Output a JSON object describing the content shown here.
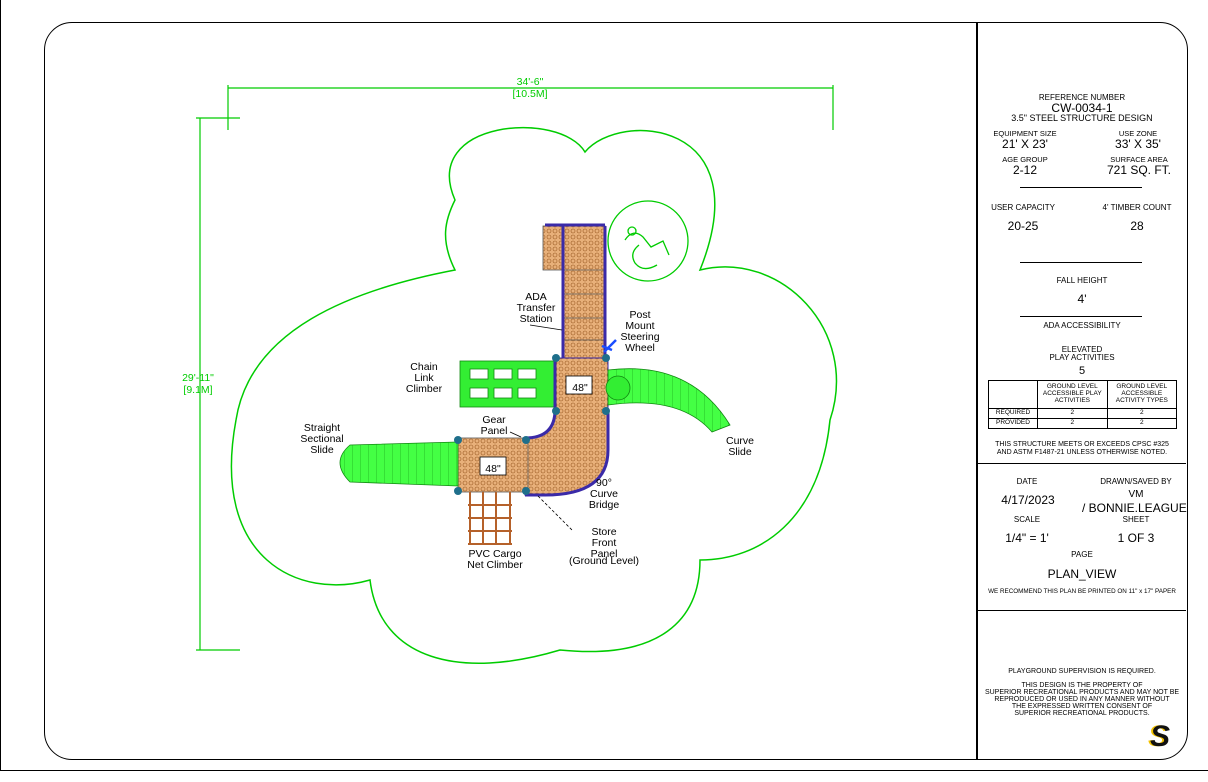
{
  "dimensions": {
    "width_imperial": "34'-6\"",
    "width_metric": "[10.5M]",
    "height_imperial": "29'-11\"",
    "height_metric": "[9.1M]"
  },
  "components": {
    "ada_transfer": [
      "ADA",
      "Transfer",
      "Station"
    ],
    "steering_wheel": [
      "Post",
      "Mount",
      "Steering",
      "Wheel"
    ],
    "chain_climber": [
      "Chain",
      "Link",
      "Climber"
    ],
    "gear_panel": [
      "Gear",
      "Panel"
    ],
    "straight_slide": [
      "Straight",
      "Sectional",
      "Slide"
    ],
    "curve_slide": [
      "Curve",
      "Slide"
    ],
    "curve_bridge": [
      "90°",
      "Curve",
      "Bridge"
    ],
    "store_front": [
      "Store",
      "Front",
      "Panel"
    ],
    "store_front_note": "(Ground Level)",
    "cargo_net": [
      "PVC Cargo",
      "Net Climber"
    ],
    "deck_height_upper": "48\"",
    "deck_height_lower": "48\""
  },
  "title_block": {
    "reference_label": "REFERENCE NUMBER",
    "reference_number": "CW-0034-1",
    "structure_design": "3.5\" STEEL STRUCTURE DESIGN",
    "equipment_size_label": "EQUIPMENT SIZE",
    "equipment_size": "21' X 23'",
    "use_zone_label": "USE ZONE",
    "use_zone": "33' X 35'",
    "age_group_label": "AGE GROUP",
    "age_group": "2-12",
    "surface_area_label": "SURFACE AREA",
    "surface_area": "721 SQ. FT.",
    "user_capacity_label": "USER CAPACITY",
    "user_capacity": "20-25",
    "timber_count_label": "4' TIMBER COUNT",
    "timber_count": "28",
    "fall_height_label": "FALL HEIGHT",
    "fall_height": "4'",
    "ada_label": "ADA ACCESSIBILITY",
    "elevated_label_1": "ELEVATED",
    "elevated_label_2": "PLAY ACTIVITIES",
    "elevated_count": "5",
    "table_header_1": "GROUND LEVEL ACCESSIBLE PLAY ACTIVITIES",
    "table_header_2": "GROUND LEVEL ACCESSIBLE ACTIVITY TYPES",
    "table_rows": [
      {
        "label": "REQUIRED",
        "a": "2",
        "b": "2"
      },
      {
        "label": "PROVIDED",
        "a": "2",
        "b": "2"
      }
    ],
    "compliance_1": "THIS STRUCTURE MEETS OR EXCEEDS CPSC #325",
    "compliance_2": "AND ASTM F1487-21 UNLESS OTHERWISE NOTED.",
    "date_label": "DATE",
    "date": "4/17/2023",
    "drawn_label": "DRAWN/SAVED BY",
    "drawn_by_1": "VM",
    "drawn_by_2": "/ BONNIE.LEAGUE",
    "scale_label": "SCALE",
    "scale": "1/4\" = 1'",
    "sheet_label": "SHEET",
    "sheet": "1 OF 3",
    "page_label": "PAGE",
    "page": "PLAN_VIEW",
    "print_note": "WE RECOMMEND THIS PLAN BE PRINTED ON 11\" x 17\" PAPER",
    "supervision": "PLAYGROUND SUPERVISION IS REQUIRED.",
    "property_lines": [
      "THIS DESIGN IS THE PROPERTY OF",
      "SUPERIOR RECREATIONAL PRODUCTS AND MAY NOT BE",
      "REPRODUCED OR USED IN ANY MANNER WITHOUT",
      "THE EXPRESSED WRITTEN CONSENT OF",
      "SUPERIOR RECREATIONAL PRODUCTS."
    ],
    "logo_letter": "S"
  },
  "colors": {
    "dimension": "#00cc00",
    "slide": "#33ee33",
    "deck": "#c98a4a",
    "deck_dots": "#d9a066",
    "post": "#1f6f8b",
    "rail": "#3a2aa8",
    "ladder": "#b5612a"
  }
}
